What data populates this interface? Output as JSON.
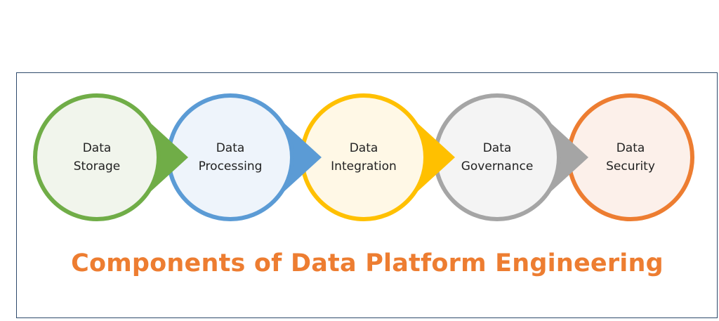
{
  "title": "Components of Data Platform Engineering",
  "colors": {
    "title": "#ed7d31",
    "frame_border": "#2e4a6b"
  },
  "components": [
    {
      "line1": "Data",
      "line2": "Storage",
      "stroke": "#70ad47",
      "fill": "#f1f5ec"
    },
    {
      "line1": "Data",
      "line2": "Processing",
      "stroke": "#5b9bd5",
      "fill": "#eef4fb"
    },
    {
      "line1": "Data",
      "line2": "Integration",
      "stroke": "#ffc000",
      "fill": "#fff8e6"
    },
    {
      "line1": "Data",
      "line2": "Governance",
      "stroke": "#a5a5a5",
      "fill": "#f4f4f4"
    },
    {
      "line1": "Data",
      "line2": "Security",
      "stroke": "#ed7d31",
      "fill": "#fcf0ea"
    }
  ]
}
